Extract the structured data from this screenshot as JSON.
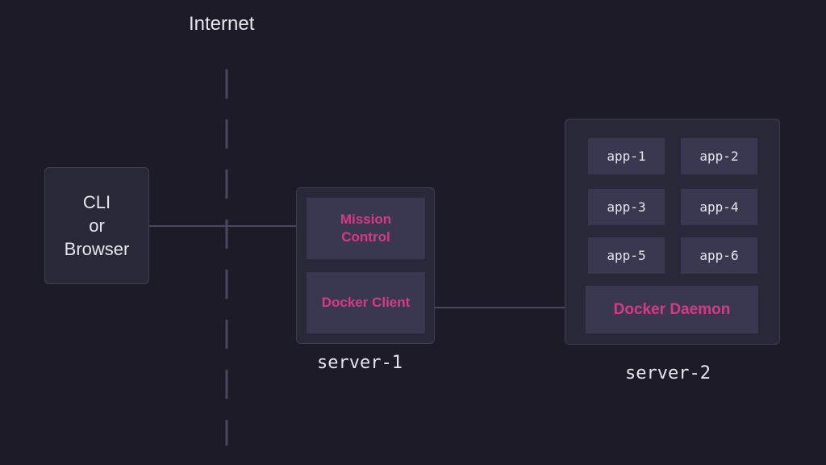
{
  "internet_label": "Internet",
  "client": {
    "lines": [
      "CLI",
      "or",
      "Browser"
    ]
  },
  "server1": {
    "label": "server-1",
    "mission_control": "Mission\nControl",
    "docker_client": "Docker Client"
  },
  "server2": {
    "label": "server-2",
    "apps": [
      "app-1",
      "app-2",
      "app-3",
      "app-4",
      "app-5",
      "app-6"
    ],
    "docker_daemon": "Docker Daemon"
  },
  "colors": {
    "background": "#1c1b27",
    "box": "#292838",
    "inner_box": "#3a3850",
    "accent": "#d8388a",
    "text": "#e6e6ec",
    "line": "#4a4860"
  }
}
